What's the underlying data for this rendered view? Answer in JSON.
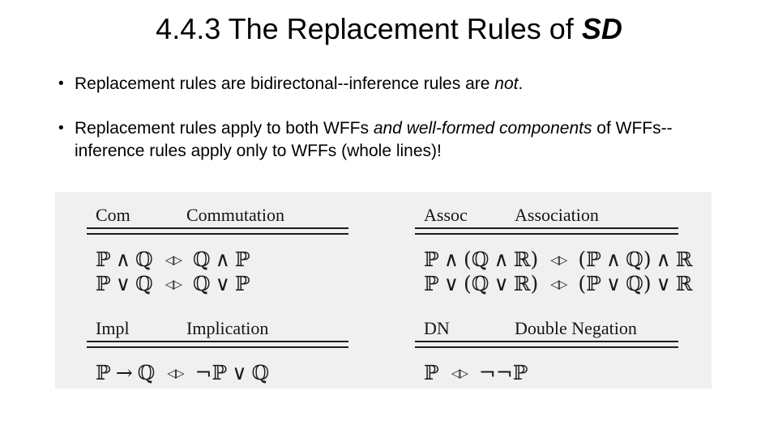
{
  "slide": {
    "title": {
      "prefix": "4.4.3 The Replacement Rules of ",
      "emphasis": "SD"
    },
    "bullet_char": "•",
    "bullets": [
      {
        "seg0": "Replacement rules are bidirectonal--inference rules are ",
        "seg1": "not",
        "seg2": "."
      },
      {
        "seg0": "Replacement rules apply to both WFFs ",
        "seg1": "and well-formed components",
        "seg2": " of WFFs--inference rules apply only to WFFs (whole lines)!"
      }
    ]
  },
  "figure": {
    "background_color": "#f0f0f0",
    "text_color": "#1a1a1a",
    "arrow": "◁▷",
    "sections": [
      {
        "abbr": "Com",
        "name": "Commutation",
        "rules": [
          {
            "lhs": "ℙ ∧ ℚ",
            "rhs": "ℚ ∧ ℙ"
          },
          {
            "lhs": "ℙ ∨ ℚ",
            "rhs": "ℚ ∨ ℙ"
          }
        ]
      },
      {
        "abbr": "Assoc",
        "name": "Association",
        "rules": [
          {
            "lhs": "ℙ ∧ (ℚ ∧ ℝ)",
            "rhs": "(ℙ ∧ ℚ) ∧ ℝ"
          },
          {
            "lhs": "ℙ ∨ (ℚ ∨ ℝ)",
            "rhs": "(ℙ ∨ ℚ) ∨ ℝ"
          }
        ]
      },
      {
        "abbr": "Impl",
        "name": "Implication",
        "rules": [
          {
            "lhs": "ℙ → ℚ",
            "rhs": "¬ℙ ∨ ℚ"
          }
        ]
      },
      {
        "abbr": "DN",
        "name": "Double Negation",
        "rules": [
          {
            "lhs": "ℙ",
            "rhs": "¬¬ℙ"
          }
        ]
      }
    ]
  }
}
